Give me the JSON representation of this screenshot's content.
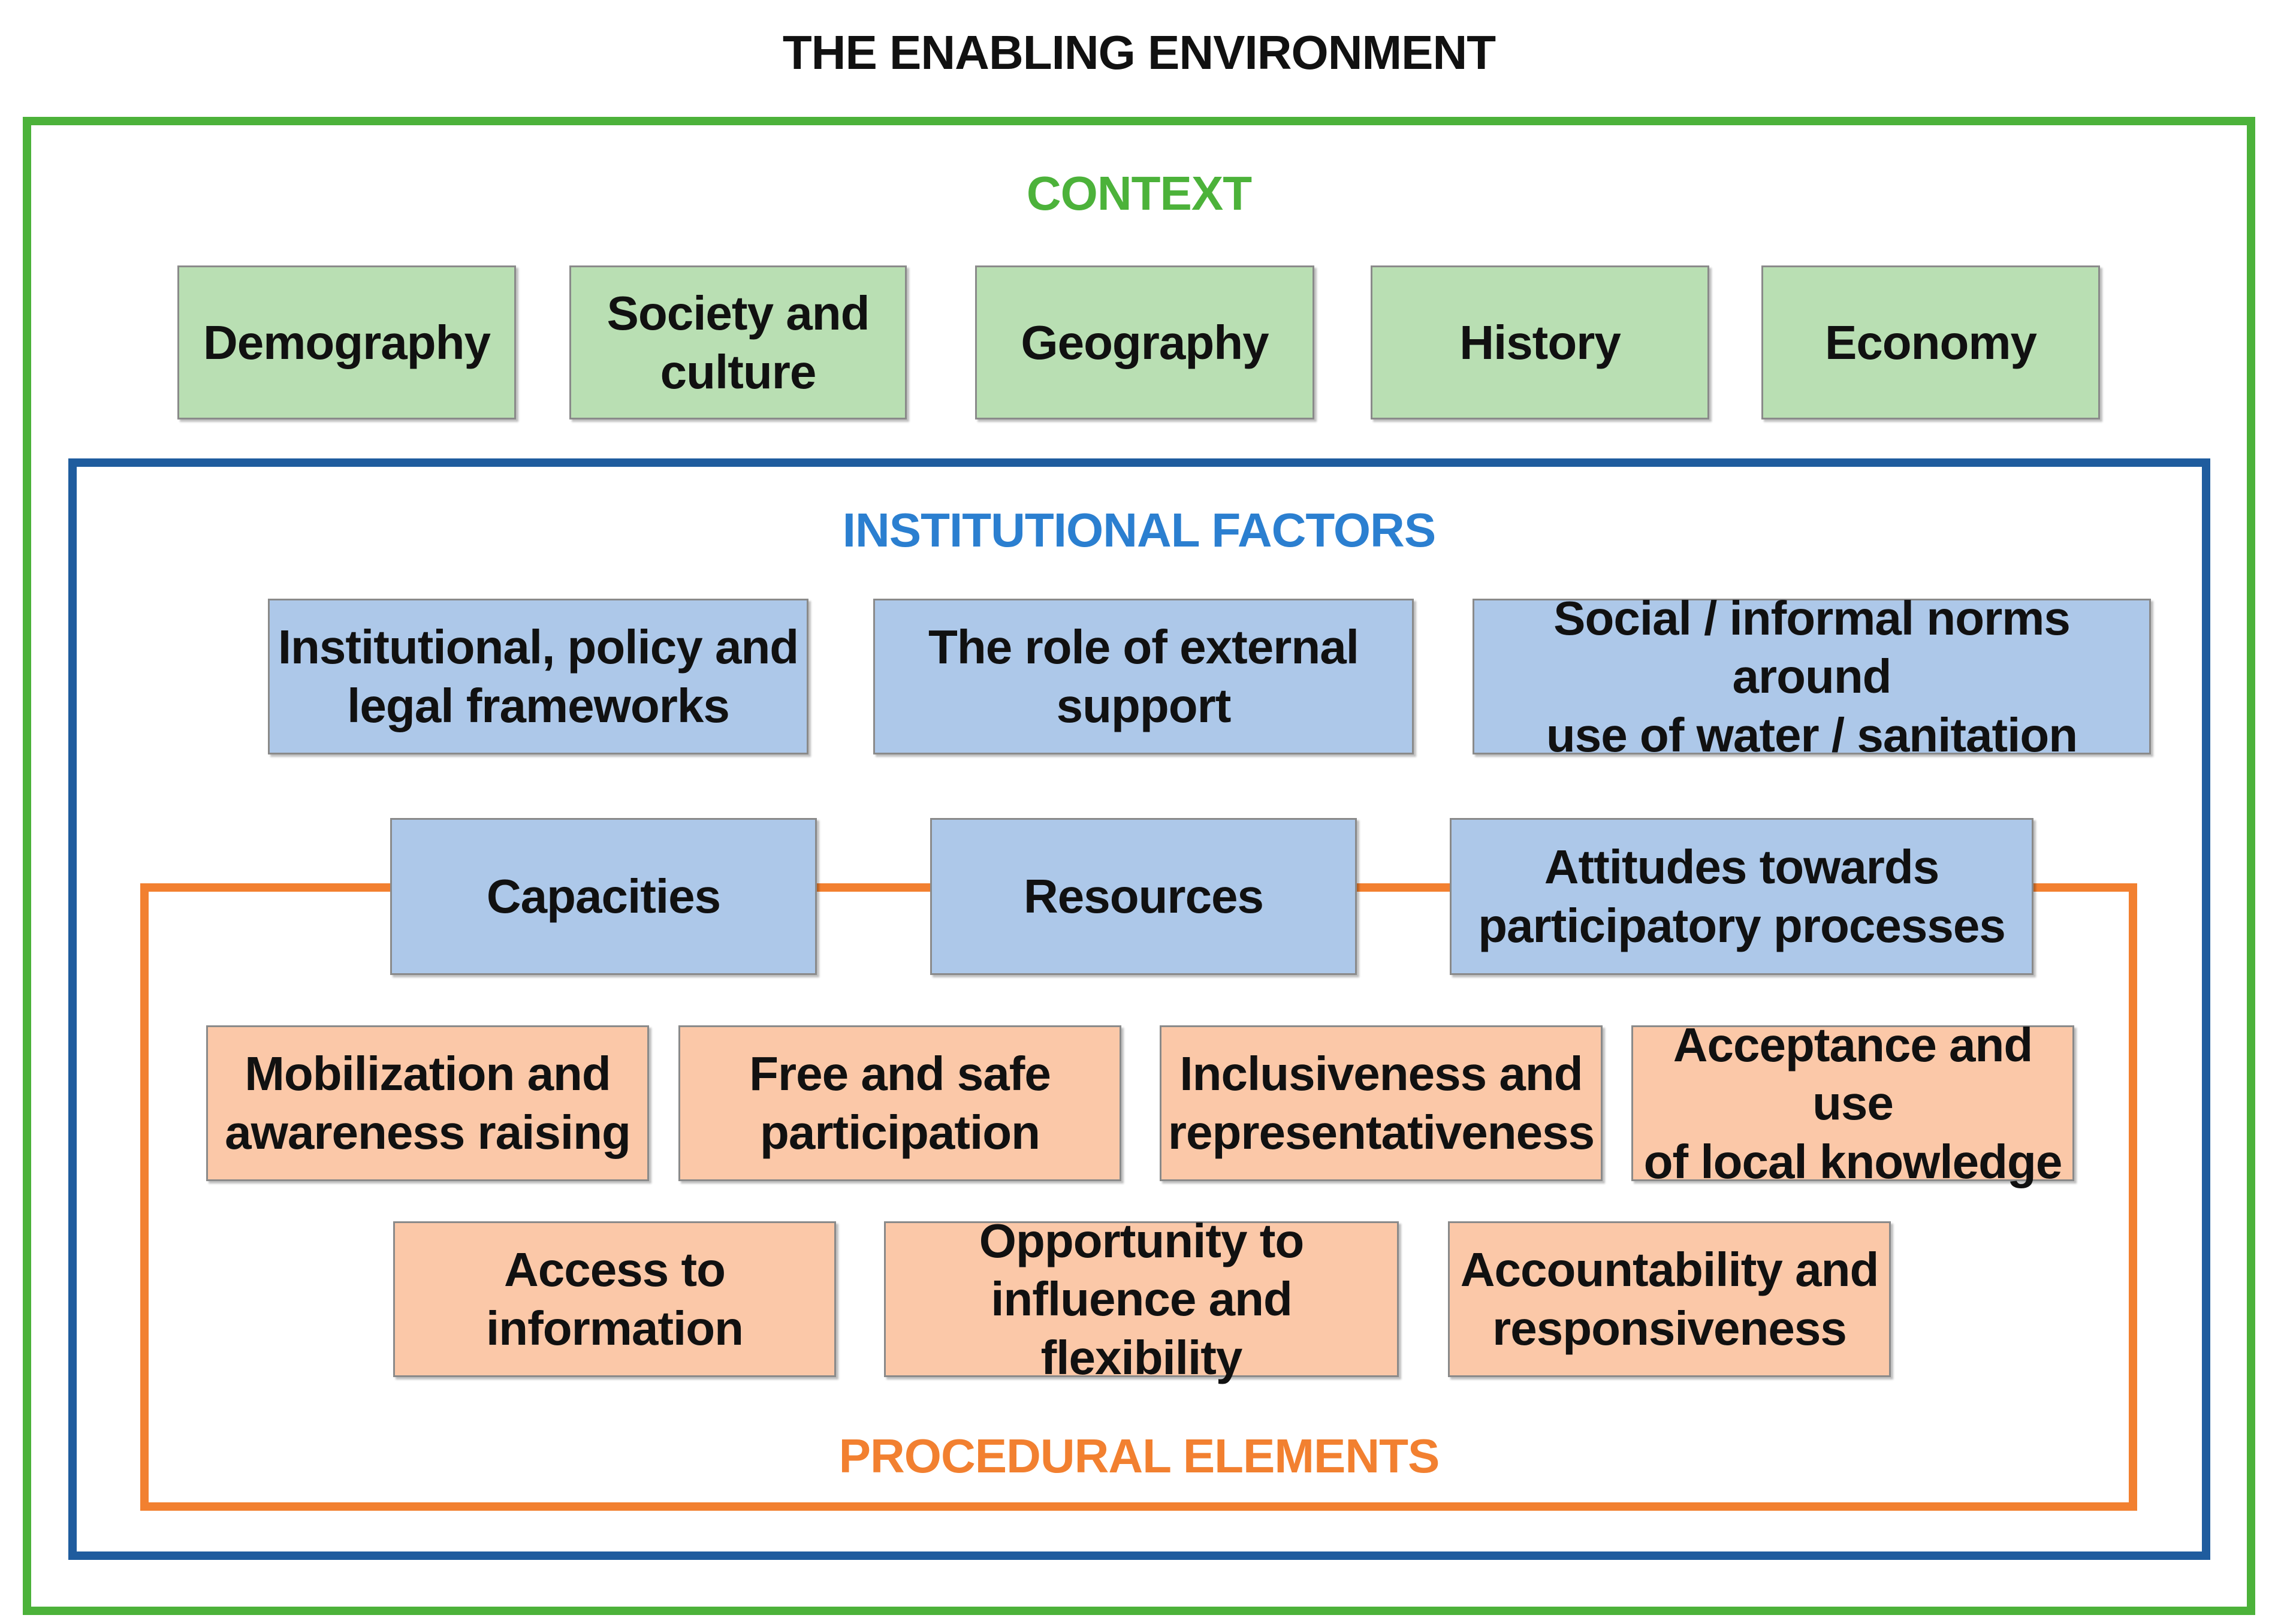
{
  "title": "THE ENABLING ENVIRONMENT",
  "colors": {
    "context": "#4cb23a",
    "institutional_frame": "#1f5c9e",
    "institutional_heading": "#2b7fd0",
    "procedural": "#f28030",
    "context_box_fill": "#b9dfb3",
    "institutional_box_fill": "#adc8e9",
    "procedural_box_fill": "#fbc8a8"
  },
  "context": {
    "heading": "CONTEXT",
    "items": [
      "Demography",
      "Society and\nculture",
      "Geography",
      "History",
      "Economy"
    ]
  },
  "institutional": {
    "heading": "INSTITUTIONAL FACTORS",
    "row1": [
      "Institutional, policy and\nlegal frameworks",
      "The role of external\nsupport",
      "Social / informal norms around\nuse of water / sanitation"
    ],
    "row2": [
      "Capacities",
      "Resources",
      "Attitudes towards\nparticipatory processes"
    ]
  },
  "procedural": {
    "heading": "PROCEDURAL  ELEMENTS",
    "row1": [
      "Mobilization and\nawareness raising",
      "Free and safe\nparticipation",
      "Inclusiveness and\nrepresentativeness",
      "Acceptance and use\nof  local knowledge"
    ],
    "row2": [
      "Access to\ninformation",
      "Opportunity to\ninfluence and flexibility",
      "Accountability and\nresponsiveness"
    ]
  }
}
